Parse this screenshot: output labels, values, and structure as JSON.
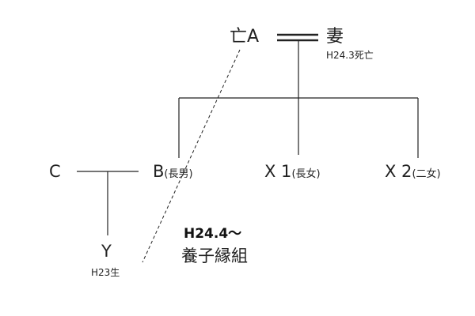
{
  "persons": {
    "a": {
      "name": "亡A"
    },
    "wife": {
      "name": "妻",
      "note": "H24.3死亡"
    },
    "b": {
      "name": "B",
      "relation": "(長男)"
    },
    "x1": {
      "name": "X 1",
      "relation": "(長女)"
    },
    "x2": {
      "name": "X 2",
      "relation": "(二女)"
    },
    "c": {
      "name": "C"
    },
    "y": {
      "name": "Y",
      "note": "H23生"
    }
  },
  "adoption": {
    "date": "H24.4～",
    "label": "養子縁組"
  },
  "colors": {
    "line": "#222222",
    "text": "#222222"
  }
}
